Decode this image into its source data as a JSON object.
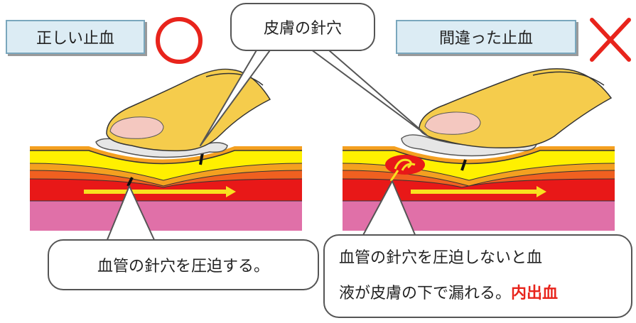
{
  "labels": {
    "correct": "正しい止血",
    "wrong": "間違った止血"
  },
  "callouts": {
    "skin_puncture": "皮膚の針穴",
    "correct_description": "血管の針穴を圧迫する。",
    "wrong_description_line1": "血管の針穴を圧迫しないと血",
    "wrong_description_line2": "液が皮膚の下で漏れる。",
    "wrong_description_highlight": "内出血"
  },
  "symbols": {
    "correct": "circle-symbol",
    "wrong": "cross-symbol"
  },
  "colors": {
    "symbol_red": "#e8241c",
    "finger": "#f5cc4c",
    "nail": "#f4c8c0",
    "gauze": "#e6e6e6",
    "skin_yellow": "#fff000",
    "skin_orange": "#f4a020",
    "tissue_red_orange": "#f06020",
    "vessel_red": "#e81818",
    "muscle_pink": "#e070a8",
    "arrow_yellow": "#f8e020"
  }
}
